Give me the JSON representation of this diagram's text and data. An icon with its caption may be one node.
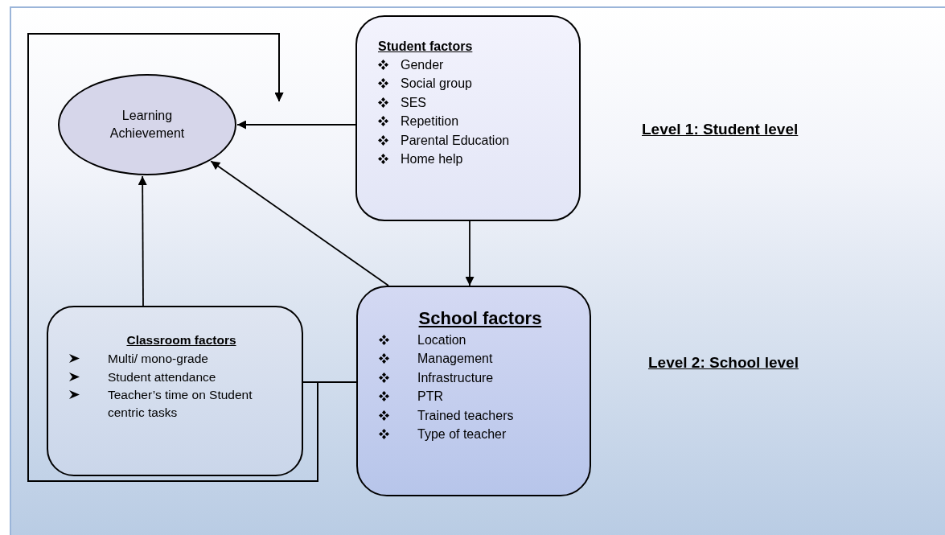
{
  "diagram": {
    "nodes": [
      {
        "text": [
          "Learning Achievement"
        ]
      },
      {
        "text": [
          "Student factors",
          "Gender",
          "Social group",
          "SES",
          "Repetition",
          "Parental Education",
          "Home help"
        ]
      },
      {
        "text": [
          "Classroom factors",
          "Multi/ mono-grade",
          "Student attendance",
          "Teacher’s time on Student centric tasks"
        ]
      },
      {
        "text": [
          "School factors",
          "Location",
          "Management",
          "Infrastructure",
          "PTR",
          "Trained teachers",
          "Type of teacher"
        ]
      }
    ],
    "edges": [
      {
        "from": 1,
        "to": 0,
        "arrow": "to"
      },
      {
        "from": 1,
        "to": 3,
        "arrow": "to"
      },
      {
        "from": 2,
        "to": 0,
        "arrow": "to"
      },
      {
        "from": 3,
        "to": 0,
        "arrow": "to"
      },
      {
        "from": 2,
        "to": 3,
        "arrow": "none"
      },
      {
        "from": 2,
        "to": 0,
        "arrow": "to"
      },
      {
        "from": 3,
        "to": 0,
        "arrow": "to"
      }
    ],
    "labels": [
      "Level 1: Student level",
      "Level 2: School level"
    ]
  }
}
